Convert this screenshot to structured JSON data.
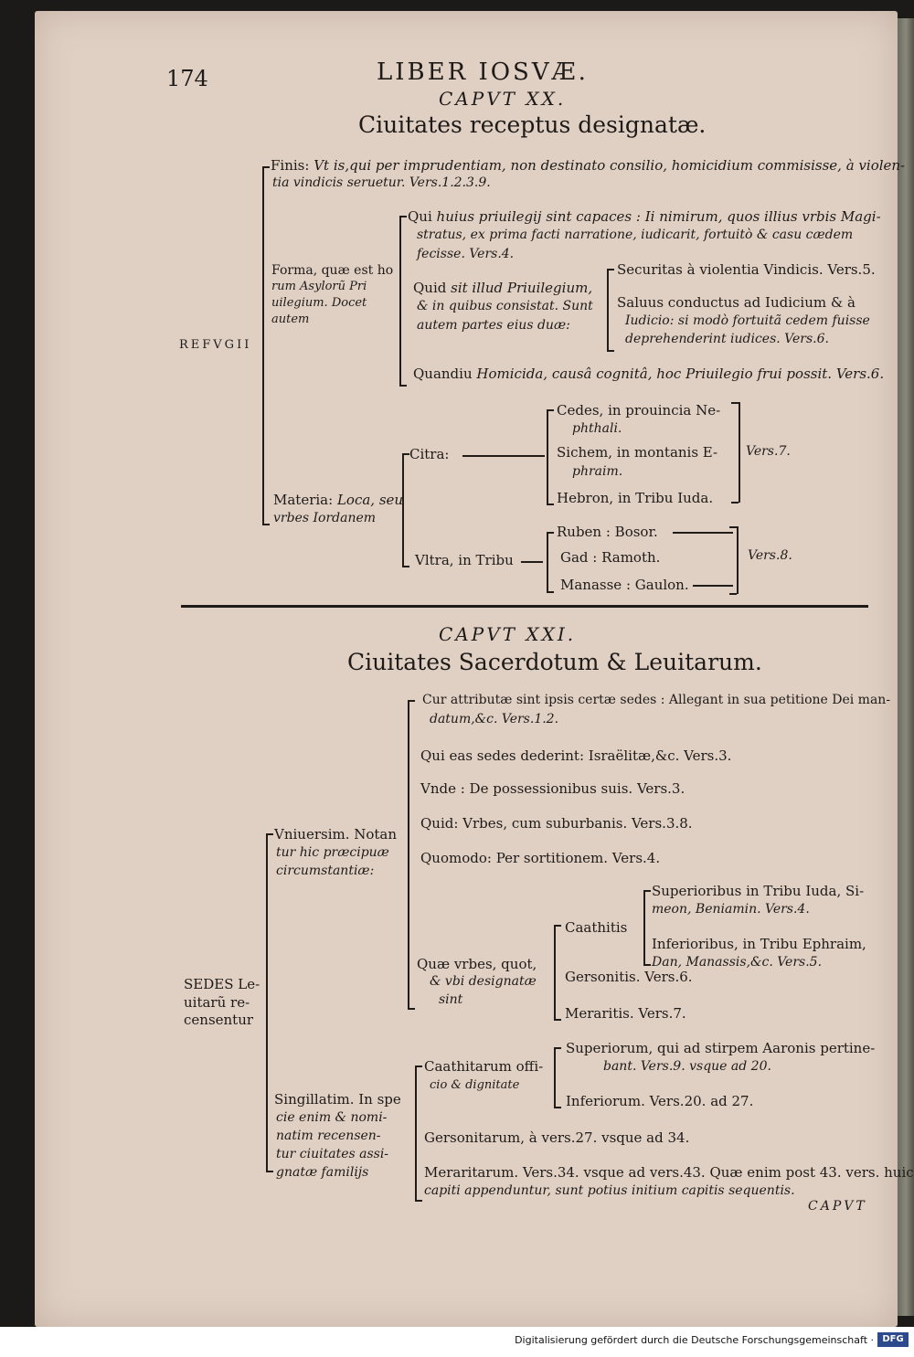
{
  "header": {
    "page_number": "174",
    "running_title": "LIBER IOSVÆ.",
    "catchword": "CAPVT"
  },
  "chapter20": {
    "caput": "CAPVT XX.",
    "title": "Ciuitates receptus designatæ.",
    "root": "REFVGII",
    "finis": {
      "label": "Finis:",
      "text1": "Vt is,qui per imprudentiam, non destinato consilio, homicidium commisisse, à violen-",
      "text2": "tia vindicis seruetur. Vers.1.2.3.9."
    },
    "forma": {
      "label_lines": [
        "Forma, quæ est ho",
        "rum Asylorũ Pri",
        "uilegium. Docet",
        "autem"
      ],
      "qui": {
        "label": "Qui",
        "text1": "huius priuilegij sint capaces : Ii nimirum, quos illius vrbis Magi-",
        "text2": "stratus, ex prima facti narratione, iudicarit, fortuitò & casu cædem",
        "text3": "fecisse. Vers.4."
      },
      "quid": {
        "label": "Quid",
        "text_lines": [
          "sit illud Priuilegium,",
          "& in quibus consistat. Sunt",
          "autem partes eius duæ:"
        ],
        "securitas": "Securitas à violentia Vindicis. Vers.5.",
        "saluus1": "Saluus conductus ad Iudicium & à",
        "saluus2": "Iudicio: si modò fortuitã cedem fuisse",
        "saluus3": "deprehenderint iudices. Vers.6."
      },
      "quandiu": {
        "label": "Quandiu",
        "text": "Homicida, causâ cognitâ, hoc Priuilegio frui possit. Vers.6."
      }
    },
    "materia": {
      "label": "Materia:",
      "text1": "Loca, seu",
      "text2": "vrbes Iordanem",
      "citra": {
        "label": "Citra:",
        "cedes1": "Cedes, in prouincia Ne-",
        "cedes2": "phthali.",
        "sichem1": "Sichem, in montanis E-",
        "sichem2": "phraim.",
        "hebron": "Hebron, in Tribu Iuda.",
        "vers": "Vers.7."
      },
      "vltra": {
        "label": "Vltra, in Tribu",
        "ruben": "Ruben : Bosor.",
        "gad": "Gad : Ramoth.",
        "manasse": "Manasse : Gaulon.",
        "vers": "Vers.8."
      }
    }
  },
  "chapter21": {
    "caput": "CAPVT XXI.",
    "title": "Ciuitates Sacerdotum & Leuitarum.",
    "root_lines": [
      "SEDES Le-",
      "uitarũ re-",
      "censentur"
    ],
    "vniuersim": {
      "label_lines": [
        "Vniuersim. Notan",
        "tur hic præcipuæ",
        "circumstantiæ:"
      ],
      "cur1": "Cur attributæ sint ipsis certæ sedes : Allegant in sua petitione Dei man-",
      "cur2": "datum,&c. Vers.1.2.",
      "qui": "Qui eas sedes dederint: Israëlitæ,&c. Vers.3.",
      "vnde": "Vnde : De possessionibus suis. Vers.3.",
      "quid": "Quid: Vrbes, cum suburbanis. Vers.3.8.",
      "quomodo": "Quomodo: Per sortitionem. Vers.4.",
      "quae_lines": [
        "Quæ vrbes, quot,",
        "& vbi designatæ",
        "sint"
      ],
      "caathitis": "Caathitis",
      "sup1": "Superioribus in Tribu Iuda, Si-",
      "sup2": "meon, Beniamin. Vers.4.",
      "inf1": "Inferioribus, in Tribu Ephraim,",
      "inf2": "Dan, Manassis,&c. Vers.5.",
      "gersonitis": "Gersonitis. Vers.6.",
      "meraritis": "Meraritis. Vers.7."
    },
    "singillatim": {
      "label_lines": [
        "Singillatim. In spe",
        "cie enim & nomi-",
        "natim recensen-",
        "tur ciuitates assi-",
        "gnatæ familijs"
      ],
      "caathitarum_lines": [
        "Caathitarum offi-",
        "cio & dignitate"
      ],
      "superiorum1": "Superiorum, qui ad stirpem Aaronis pertine-",
      "superiorum2": "bant. Vers.9. vsque ad 20.",
      "inferiorum": "Inferiorum. Vers.20. ad 27.",
      "gersonitarum": "Gersonitarum, à vers.27. vsque ad 34.",
      "meraritarum1": "Meraritarum. Vers.34. vsque ad vers.43. Quæ enim post 43. vers. huic",
      "meraritarum2": "capiti appenduntur, sunt potius initium capitis sequentis."
    }
  },
  "footer": {
    "text": "Digitalisierung gefördert durch die Deutsche Forschungsgemeinschaft ·",
    "logo": "DFG"
  }
}
